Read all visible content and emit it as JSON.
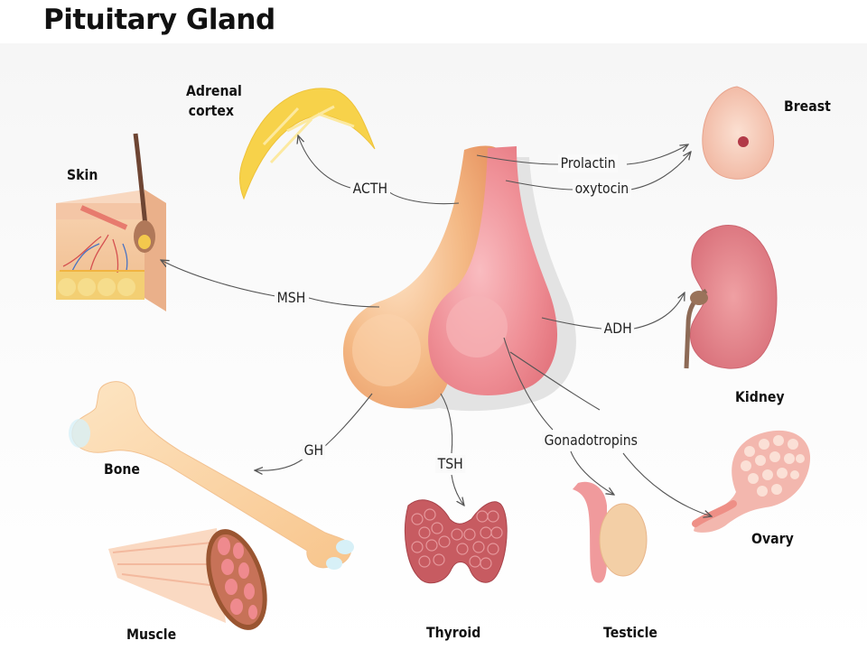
{
  "title": "Pituitary Gland",
  "organs": {
    "adrenal_cortex": [
      "Adrenal",
      "cortex"
    ],
    "skin": "Skin",
    "bone": "Bone",
    "muscle": "Muscle",
    "thyroid": "Thyroid",
    "testicle": "Testicle",
    "ovary": "Ovary",
    "kidney": "Kidney",
    "breast": "Breast"
  },
  "hormones": {
    "acth": "ACTH",
    "msh": "MSH",
    "gh": "GH",
    "tsh": "TSH",
    "prolactin": "Prolactin",
    "oxytocin": "oxytocin",
    "adh": "ADH",
    "gonadotropins": "Gonadotropins"
  },
  "colors": {
    "anterior_lobe": "#f2b888",
    "posterior_lobe": "#ee8c92",
    "adrenal": "#f7d24a",
    "kidney": "#e5838a",
    "breast": "#f7c9b6",
    "bone": "#fcd7a8",
    "thyroid": "#c45a60",
    "connector": "#555555"
  }
}
